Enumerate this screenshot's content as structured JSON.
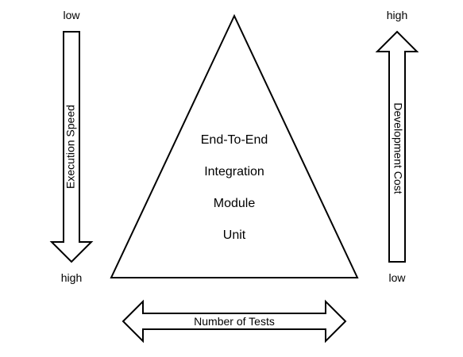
{
  "pyramid": {
    "layers": [
      "End-To-End",
      "Integration",
      "Module",
      "Unit"
    ]
  },
  "execution_speed": {
    "label": "Execution Speed",
    "top": "low",
    "bottom": "high"
  },
  "development_cost": {
    "label": "Development Cost",
    "top": "high",
    "bottom": "low"
  },
  "number_of_tests": {
    "label": "Number of Tests"
  }
}
